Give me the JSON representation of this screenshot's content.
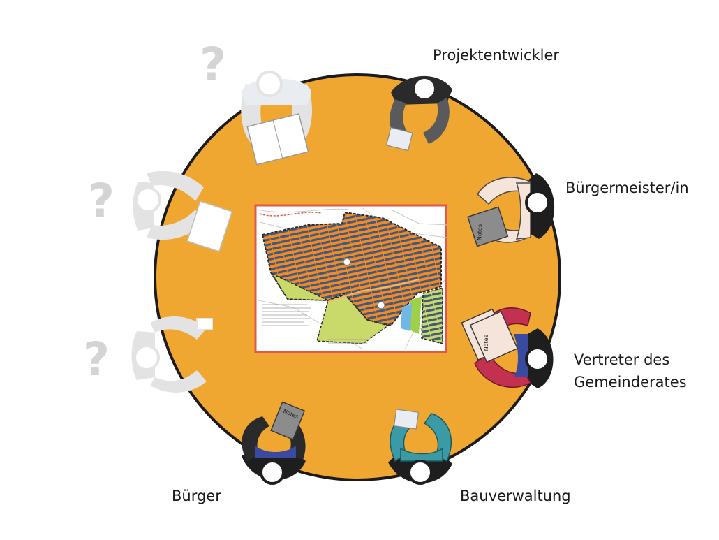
{
  "roles": [
    {
      "id": "projektentwickler",
      "label": "Projektentwickler",
      "color": "#4d4d4f"
    },
    {
      "id": "buergermeister",
      "label": "Bürgermeister/in",
      "color": "#f5e4d8"
    },
    {
      "id": "gemeinderat",
      "label_lines": [
        "Vertreter des",
        "Gemeinderates"
      ],
      "color": "#c4304f"
    },
    {
      "id": "bauverwaltung",
      "label": "Bauverwaltung",
      "color": "#3a9aa6"
    },
    {
      "id": "buerger",
      "label": "Bürger",
      "color": "#2a2a2a"
    }
  ],
  "unknown_participants": [
    {
      "id": "unknown-1",
      "marker": "?"
    },
    {
      "id": "unknown-2",
      "marker": "?"
    },
    {
      "id": "unknown-3",
      "marker": "?"
    }
  ],
  "notes_label": "Notes",
  "colors": {
    "table": "#f0a732",
    "table_outline": "#1b1b1b",
    "ghost": "#e3e3e3",
    "ghost_question": "#d4d4d4",
    "map_orange": "#f28a2a",
    "map_green": "#c9d96a",
    "map_panel": "#3f5a7a"
  }
}
